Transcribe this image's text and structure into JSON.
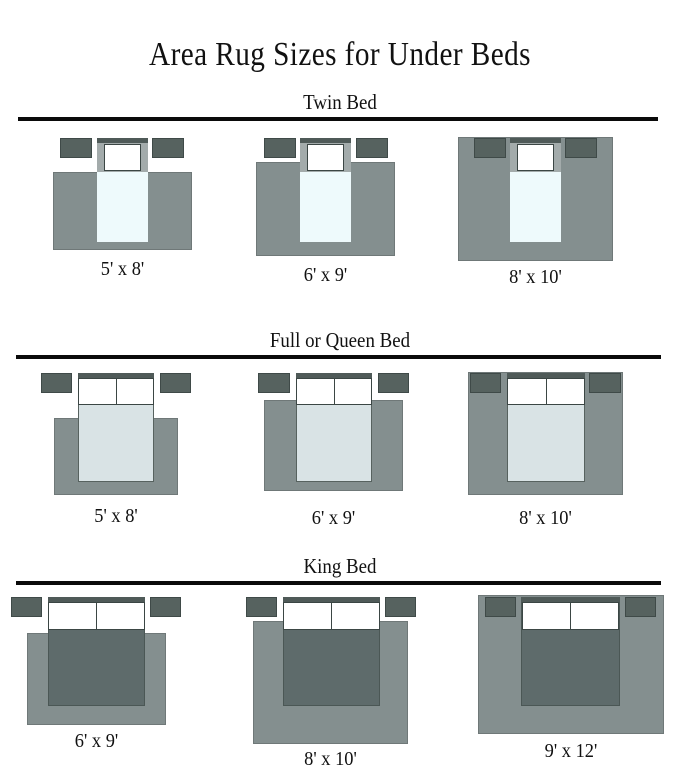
{
  "title": "Area Rug Sizes for Under Beds",
  "colors": {
    "rug": "#848f8f",
    "nightstand": "#56625f",
    "headboard": "#4f5a58",
    "twin_mattress": "#eefafc",
    "full_mattress": "#d9e3e5",
    "king_mattress": "#5e6b6b",
    "pillow": "#ffffff",
    "rule": "#0a0a0a"
  },
  "sections": [
    {
      "label": "Twin Bed",
      "diagrams": [
        {
          "size": "5' x 8'"
        },
        {
          "size": "6' x 9'"
        },
        {
          "size": "8' x 10'"
        }
      ]
    },
    {
      "label": "Full or Queen Bed",
      "diagrams": [
        {
          "size": "5' x 8'"
        },
        {
          "size": "6' x 9'"
        },
        {
          "size": "8' x 10'"
        }
      ]
    },
    {
      "label": "King Bed",
      "diagrams": [
        {
          "size": "6' x 9'"
        },
        {
          "size": "8' x 10'"
        },
        {
          "size": "9' x 12'"
        }
      ]
    }
  ]
}
